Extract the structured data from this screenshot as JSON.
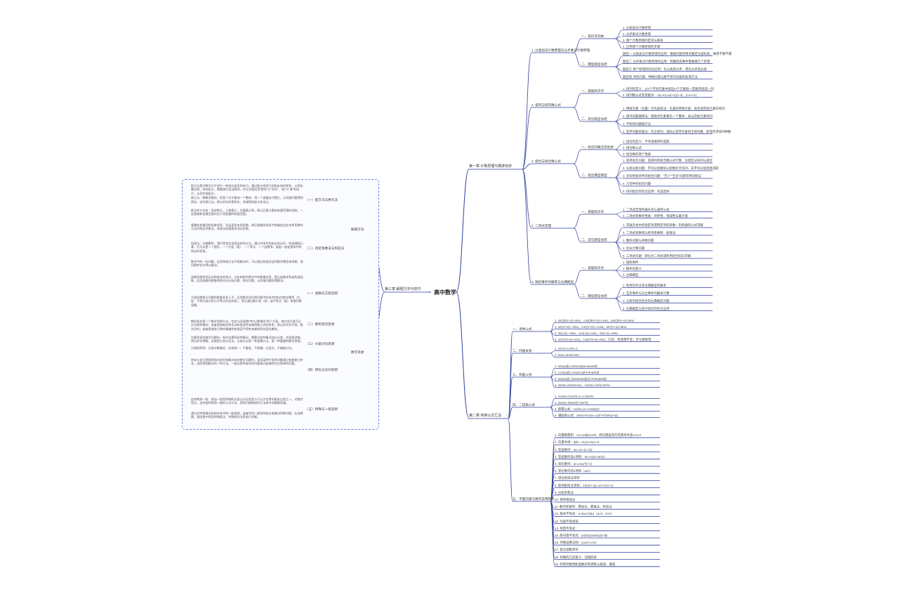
{
  "root": {
    "label": "高中数学"
  },
  "colors": {
    "line": "#2f3e9e",
    "panel_border": "#6b7fd6"
  },
  "right_top": {
    "label": "第一章 计数原理与概率初步",
    "sections": [
      {
        "label": "1. 分类加法计数原理与分步乘法计数原理",
        "groups": [
          {
            "label": "一、知识点归纳",
            "items": [
              "1. 分类加法计数原理",
              "2. 分步乘法计数原理",
              "3. 两个计数原理的区别与联系",
              "4. 应用两个计数原理的步骤"
            ]
          },
          {
            "label": "二、典型题型总结",
            "items": [
              "题型一 分类加法计数原理的应用：根据问题的特点确定分类标准，做到不重不漏",
              "题型二 分步乘法计数原理的应用：明确完成事件需要哪几个步骤",
              "题型三 两个原理的综合应用：先分类后分步，或先分步后分类",
              "题型四 涂色问题、种植问题与数字排列问题的处理方法"
            ]
          }
        ]
      },
      {
        "label": "2. 排列与排列数公式",
        "groups": [
          {
            "label": "一、基础知识点",
            "items": [
              "1. 排列的定义：从n个不同元素中取出m个元素按一定顺序排成一列",
              "2. 排列数公式及其推导：A(n,m)=n(n-1)(n-2)…(n-m+1)"
            ]
          },
          {
            "label": "二、常见题型总结",
            "items": [
              "1. 特殊元素（位置）优先安排法：先满足特殊元素，再考虑其他元素的排列",
              "2. 相邻问题捆绑法：把相邻元素看作一个整体，再与其他元素排列",
              "3. 不相邻问题插空法",
              "4. 定序问题倍缩法：先全排列，再除以定序元素的全排列数，即得所求排列种数"
            ]
          }
        ]
      },
      {
        "label": "3. 组合与组合数公式",
        "groups": [
          {
            "label": "一、组合的概念及性质",
            "items": [
              "1. 组合的定义：不考虑顺序的选取",
              "2. 组合数公式",
              "3. 组合数的两个性质"
            ]
          },
          {
            "label": "二、组合典型题型",
            "items": [
              "1. 简单组合问题：直接利用组合数公式计算，注意区分排列与组合",
              "2. 分组分配问题：平均分组要除以组数的全排列，非平均分组直接选取",
              "3. 含有附加条件的组合问题：“至少”“至多”问题常用间接法",
              "4. 几何中的组合问题",
              "5. 排列组合的综合应用：先选后排"
            ]
          }
        ]
      },
      {
        "label": "4. 二项式定理",
        "groups": [
          {
            "label": "一、基础知识点",
            "items": [
              "1. 二项式定理的展开式与通项公式",
              "2. 二项式系数的性质：对称性、增减性与最大值"
            ]
          },
          {
            "label": "二、常见题型总结",
            "items": [
              "1. 求展开式中的指定项或特定项的系数：利用通项公式求解",
              "2. 二项式系数和与各项系数和：赋值法",
              "3. 整除问题与余数问题",
              "4. 近似计算问题",
              "5. 三项式问题：转化为二项式或利用组合知识求解"
            ]
          }
        ]
      },
      {
        "label": "5. 随机事件的概率与古典概型",
        "groups": [
          {
            "label": "一、基础知识点",
            "items": [
              "1. 随机事件",
              "2. 概率的意义",
              "3. 古典概型"
            ]
          },
          {
            "label": "二、典型题型总结",
            "items": [
              "1. 利用列举法求古典概型的概率",
              "2. 互斥事件与对立事件的概率计算",
              "3. 与排列组合结合的古典概型问题",
              "4. 古典概型与统计知识的综合应用"
            ]
          }
        ]
      }
    ]
  },
  "right_bottom": {
    "label": "第二章 常用公式汇总",
    "sections": [
      {
        "label": "一、诱导公式",
        "items": [
          "1. sin(2kπ+α)=sinα，cos(2kπ+α)=cosα，tan(2kπ+α)=tanα",
          "2. sin(π+α)=-sinα，cos(π+α)=-cosα，tan(π+α)=tanα",
          "3. sin(-α)=-sinα，cos(-α)=cosα，tan(-α)=-tanα",
          "4. sin(π/2-α)=cosα，cos(π/2-α)=sinα；口诀：奇变偶不变，符号看象限"
        ]
      },
      {
        "label": "二、同角关系",
        "items": [
          "1. sin²α+cos²α=1",
          "2. tanα=sinα/cosα"
        ]
      },
      {
        "label": "三、和差公式",
        "items": [
          "1. sin(α±β)=sinαcosβ±cosαsinβ",
          "2. cos(α±β)=cosαcosβ∓sinαsinβ",
          "3. tan(α±β)=(tanα±tanβ)/(1∓tanαtanβ)",
          "4. sin2α=2sinαcosα，cos2α=cos²α-sin²α"
        ]
      },
      {
        "label": "四、二倍角公式",
        "items": [
          "1. cos2α=2cos²α-1=1-2sin²α",
          "2. tan2α=2tanα/(1-tan²α)",
          "3. 降幂公式：cos²α=(1+cos2α)/2",
          "4. 辅助角公式：asinx+bcosx=√(a²+b²)sin(x+φ)"
        ]
      },
      {
        "label": "五、平面向量与数列常用结论",
        "items": [
          "1. 向量数量积：a·b=|a||b|cosθ，两向量垂直的充要条件是a·b=0",
          "2. 向量共线：a∥b⇔x1y2-x2y1=0",
          "3. 等差数列：an=a1+(n-1)d",
          "4. 等差数列前n项和：Sn=n(a1+an)/2",
          "5. 等比数列：an=a1q^(n-1)",
          "6. 等比数列前n项和（q≠1）",
          "7. 错位相减法求和",
          "8. 裂项相消法求和：1/(n(n+1))=1/n-1/(n+1)",
          "9. 分组求和法",
          "10. 倒序相加法",
          "11. 数列求通项：累加法、累乘法、构造法",
          "12. 基本不等式：a+b≥2√(ab)（a>0，b>0）",
          "13. 均值不等式链",
          "14. 柯西不等式",
          "15. 绝对值不等式：|a|-|b|≤|a±b|≤|a|+|b|",
          "16. 导数运算法则：(u±v)'=u'±v'",
          "17. 复合函数求导",
          "18. 导数的几何意义：切线斜率",
          "19. 利用导数判断函数的单调性与极值、最值"
        ]
      }
    ]
  },
  "left": {
    "label": "第三章 解题方法与技巧",
    "parts": [
      {
        "label": "解题方法",
        "subs": [
          {
            "label": "（一）配方法与换元法",
            "paras": [
              "配方法是对数学式子进行一种定向变形的技巧，通过配方找到已知和未知的联系，从而化繁为简。何时配方，需要我们适当预测，并且合理运用“裂项”与“添项”、“配”与“凑”的技巧，从而完成配方。",
              "换元法：解数学题时，把某个式子看成一个整体，用一个变量去代替它，从而使问题得到简化，这叫换元法。换元的实质是转化，关键是构造元和设元。",
              "换元的方法有：局部换元、三角换元、均值换元等。换元后要注意新变量范围的选取，一定要使新变量范围对应于原变量的取值范围。"
            ]
          },
          {
            "label": "（二）待定系数法与构造法",
            "paras": [
              "要确定变量间的函数关系，设出某些未知系数，然后根据所给条件来确定这些未知系数的方法叫待定系数法，其理论依据是多项式恒等。",
              "构造法：在解题时，我们常常会采用这样的方法，通过对条件和结论的分析，构造辅助元素，它可以是一个图形、一个方程（组）、一个等式、一个函数等，架起一座连接条件和结论的桥梁。",
              "数学中的一些问题，运用常规方法不易解决时，可以通过构造适当的数学模型来求解，使问题转化并得以解决。"
            ]
          }
        ]
      },
      {
        "label": "数学思想",
        "subs": [
          {
            "label": "（一）函数与方程思想",
            "paras": [
              "函数思想是用运动和变化的观点，分析和研究数学中的数量关系，建立函数关系或构造函数，运用函数的图像和性质去分析问题、转化问题，从而使问题获得解决。",
              "方程思想是从问题的数量关系入手，运用数学语言将问题中的条件转化为数学模型（方程、不等式或方程与不等式的混合组），然后通过解方程（组）或不等式（组）来使问题获解。"
            ]
          },
          {
            "label": "（二）数形结合思想",
            "paras": [
              "数形结合是一个数学思想方法，包含“以形助数”和“以数辅形”两个方面，其应用大致可以分为两种情形：或者是借助形的生动和直观性来阐明数之间的联系，即以形作为手段，数为目的；或者是借助于数的精确性和规范严密性来阐明形的某些属性。"
            ]
          },
          {
            "label": "（三）分类讨论思想",
            "paras": [
              "在解答某些数学问题时，有时会遇到多种情况，需要对各种情况加以分类，并逐类求解，然后综合得解，这就是分类讨论法。分类讨论是一种逻辑方法，是一种重要的数学思想。",
              "分类的原则：分类对象确定，标准统一；不重复，不遗漏；分层次，不越级讨论。"
            ]
          },
          {
            "label": "（四）转化与化归思想",
            "paras": [
              "转化与化归思想是指在研究和解决有关数学问题时，采用某种手段将问题通过变换使之转化，进而得到解决的一种方法。一般总是将复杂的问题通过变换转化为简单的问题。"
            ]
          },
          {
            "label": "（五）特殊与一般思想",
            "paras": [
              "由特殊到一般，再由一般到特殊的反复认识过程是人们认识世界的基本过程之一。对数学而言，这种由特殊到一般的认识方法，即用归纳推理的方法来寻求解题思路。",
              "通过对特殊情况的研究来寻找一般规律，或者利用一般性的结论来解决特殊问题，在选择题、填空题中常用特殊值法、特殊图形法等进行求解。"
            ]
          }
        ]
      }
    ]
  }
}
